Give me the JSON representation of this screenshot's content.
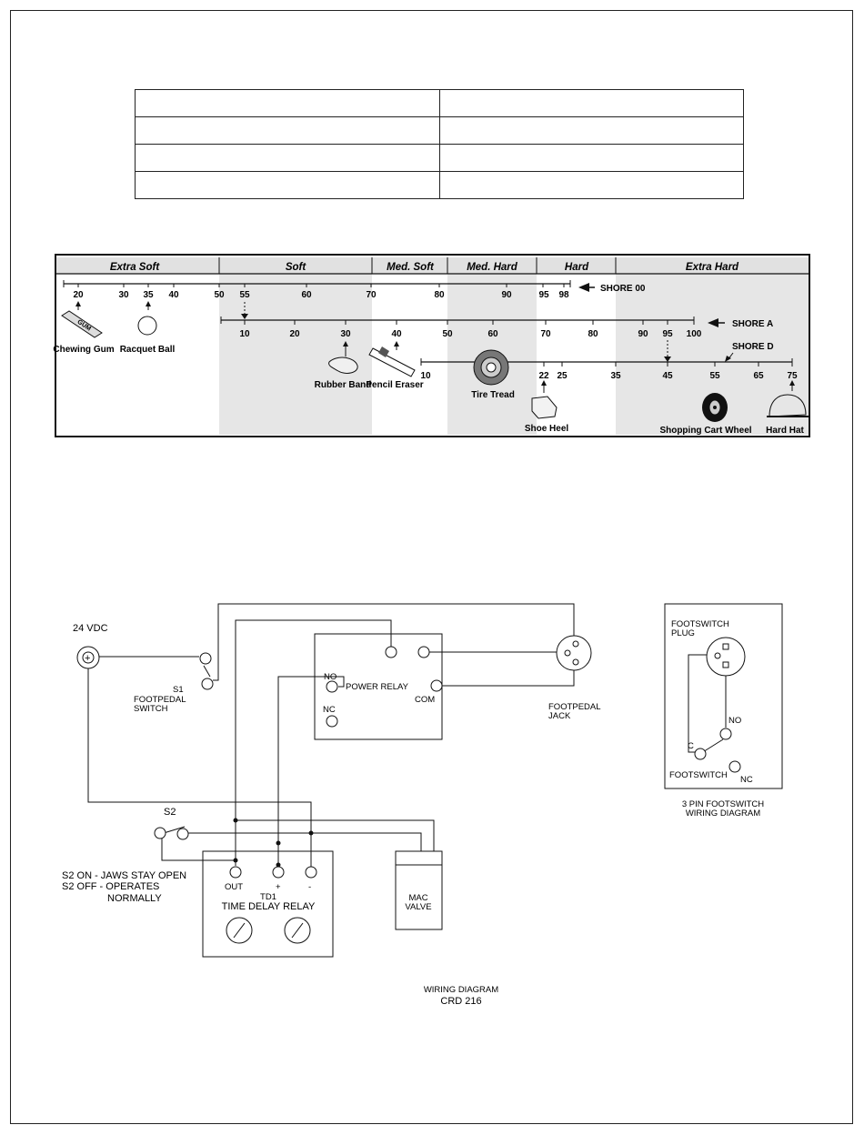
{
  "table": {
    "rows": [
      [
        "",
        ""
      ],
      [
        "",
        ""
      ],
      [
        "",
        ""
      ],
      [
        "",
        ""
      ]
    ]
  },
  "hardness_chart": {
    "categories": [
      "Extra Soft",
      "Soft",
      "Med. Soft",
      "Med. Hard",
      "Hard",
      "Extra Hard"
    ],
    "shore_00": {
      "label": "SHORE 00",
      "ticks": [
        "20",
        "30",
        "35",
        "40",
        "50",
        "55",
        "60",
        "70",
        "80",
        "90",
        "95",
        "98"
      ]
    },
    "shore_a": {
      "label": "SHORE A",
      "ticks": [
        "10",
        "20",
        "30",
        "40",
        "50",
        "60",
        "70",
        "80",
        "90",
        "95",
        "100"
      ]
    },
    "shore_d": {
      "label": "SHORE D",
      "ticks": [
        "10",
        "22",
        "25",
        "35",
        "45",
        "55",
        "65",
        "75"
      ]
    },
    "items": [
      "Chewing Gum",
      "Racquet Ball",
      "Rubber Band",
      "Pencil Eraser",
      "Tire Tread",
      "Shoe Heel",
      "Shopping Cart Wheel",
      "Hard Hat"
    ],
    "gum_text": "GUM"
  },
  "wiring": {
    "supply": "24 VDC",
    "plus": "+",
    "s1": "S1",
    "s1_desc": "FOOTPEDAL SWITCH",
    "power_relay": "POWER RELAY",
    "no": "NO",
    "nc": "NC",
    "com": "COM",
    "jack": "FOOTPEDAL JACK",
    "s2": "S2",
    "s2_on": "S2 ON - JAWS STAY OPEN",
    "s2_off": "S2 OFF - OPERATES",
    "s2_off2": "NORMALLY",
    "out": "OUT",
    "pos": "+",
    "neg": "-",
    "td1": "TD1",
    "td1_name": "TIME DELAY RELAY",
    "mac": "MAC",
    "valve": "VALVE",
    "caption": "WIRING DIAGRAM",
    "caption2": "CRD 216",
    "plug": "FOOTSWITCH PLUG",
    "fs_no": "NO",
    "fs_c": "C",
    "fs_nc": "NC",
    "footswitch": "FOOTSWITCH",
    "fs_caption": "3 PIN FOOTSWITCH",
    "fs_caption2": "WIRING DIAGRAM"
  }
}
